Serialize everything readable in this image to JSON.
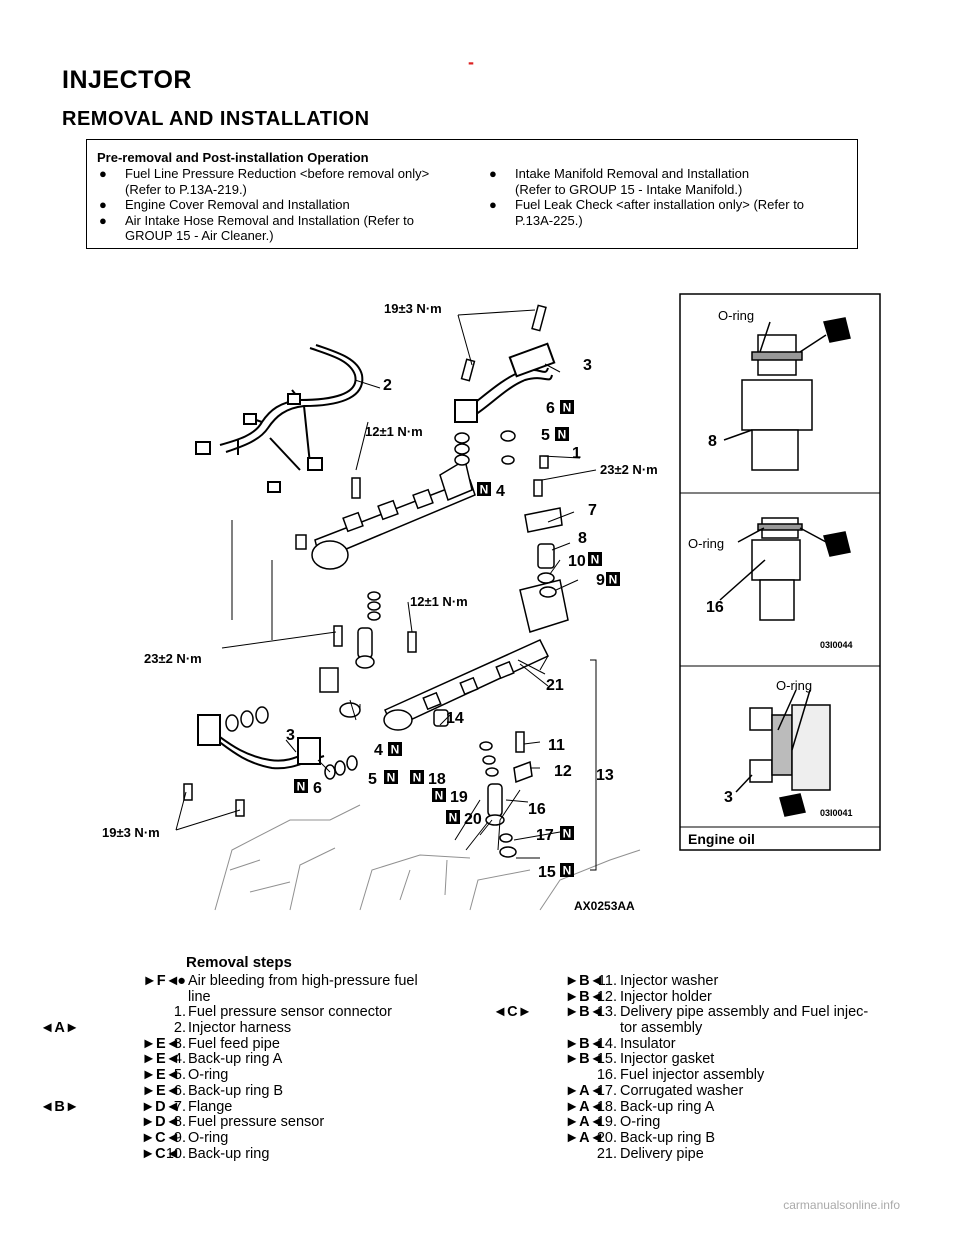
{
  "header": {
    "dash": "-",
    "title": "INJECTOR",
    "subtitle": "REMOVAL AND INSTALLATION"
  },
  "pre_box": {
    "title": "Pre-removal and Post-installation Operation",
    "bullet": "●",
    "left_items": [
      {
        "line1": "Fuel Line Pressure Reduction <before removal only>",
        "line2": "(Refer to P.13A-219.)"
      },
      {
        "line1": "Engine Cover Removal and Installation",
        "line2": ""
      },
      {
        "line1": "Air Intake Hose Removal and Installation (Refer to",
        "line2": "GROUP 15 - Air Cleaner.)"
      }
    ],
    "right_items": [
      {
        "line1": "Intake Manifold Removal and Installation",
        "line2": "(Refer to GROUP 15 - Intake Manifold.)"
      },
      {
        "line1": "Fuel Leak Check <after installation only> (Refer to",
        "line2": "P.13A-225.)"
      }
    ]
  },
  "diagram": {
    "torques": {
      "t19a": "19±3 N·m",
      "t12a": "12±1 N·m",
      "t23a": "23±2 N·m",
      "t12b": "12±1 N·m",
      "t23b": "23±2 N·m",
      "t19b": "19±3 N·m"
    },
    "callouts": {
      "c1": "1",
      "c2": "2",
      "c3a": "3",
      "c3b": "3",
      "c4a": "4",
      "c4b": "4",
      "c5a": "5",
      "c5b": "5",
      "c6a": "6",
      "c6b": "6",
      "c7": "7",
      "c8": "8",
      "c9": "9",
      "c10": "10",
      "c11": "11",
      "c12": "12",
      "c13": "13",
      "c14": "14",
      "c15": "15",
      "c16": "16",
      "c17": "17",
      "c18": "18",
      "c19": "19",
      "c20": "20",
      "c21": "21"
    },
    "new_part_mark": "N",
    "figure_code": "AX0253AA",
    "detail_panel": {
      "oring_top": "O-ring",
      "part_top": "8",
      "oring_mid": "O-ring",
      "part_mid": "16",
      "code_mid": "03I0044",
      "oring_bot": "O-ring",
      "part_bot": "3",
      "code_bot": "03I0041",
      "footer": "Engine oil"
    }
  },
  "removal_steps": {
    "title": "Removal steps",
    "left": [
      {
        "mk": "",
        "mk2": "►F◄",
        "num": "●",
        "text": "Air bleeding from high-pressure fuel"
      },
      {
        "mk": "",
        "mk2": "",
        "num": "",
        "text": "line"
      },
      {
        "mk": "",
        "mk2": "",
        "num": "1.",
        "text": "Fuel pressure sensor connector"
      },
      {
        "mk": "◄A►",
        "mk2": "",
        "num": "2.",
        "text": "Injector harness"
      },
      {
        "mk": "",
        "mk2": "►E◄",
        "num": "3.",
        "text": "Fuel feed pipe"
      },
      {
        "mk": "",
        "mk2": "►E◄",
        "num": "4.",
        "text": "Back-up ring A"
      },
      {
        "mk": "",
        "mk2": "►E◄",
        "num": "5.",
        "text": "O-ring"
      },
      {
        "mk": "",
        "mk2": "►E◄",
        "num": "6.",
        "text": "Back-up ring B"
      },
      {
        "mk": "◄B►",
        "mk2": "►D◄",
        "num": "7.",
        "text": "Flange"
      },
      {
        "mk": "",
        "mk2": "►D◄",
        "num": "8.",
        "text": "Fuel pressure sensor"
      },
      {
        "mk": "",
        "mk2": "►C◄",
        "num": "9.",
        "text": "O-ring"
      },
      {
        "mk": "",
        "mk2": "►C◄",
        "num": "10.",
        "text": "Back-up ring"
      }
    ],
    "right": [
      {
        "mk": "",
        "mk2": "►B◄",
        "num": "11.",
        "text": "Injector washer"
      },
      {
        "mk": "",
        "mk2": "►B◄",
        "num": "12.",
        "text": "Injector holder"
      },
      {
        "mk": "◄C►",
        "mk2": "►B◄",
        "num": "13.",
        "text": "Delivery pipe assembly and Fuel injec-"
      },
      {
        "mk": "",
        "mk2": "",
        "num": "",
        "text": "tor assembly"
      },
      {
        "mk": "",
        "mk2": "►B◄",
        "num": "14.",
        "text": "Insulator"
      },
      {
        "mk": "",
        "mk2": "►B◄",
        "num": "15.",
        "text": "Injector gasket"
      },
      {
        "mk": "",
        "mk2": "",
        "num": "16.",
        "text": "Fuel injector assembly"
      },
      {
        "mk": "",
        "mk2": "►A◄",
        "num": "17.",
        "text": "Corrugated washer"
      },
      {
        "mk": "",
        "mk2": "►A◄",
        "num": "18.",
        "text": "Back-up ring A"
      },
      {
        "mk": "",
        "mk2": "►A◄",
        "num": "19.",
        "text": "O-ring"
      },
      {
        "mk": "",
        "mk2": "►A◄",
        "num": "20.",
        "text": "Back-up ring B"
      },
      {
        "mk": "",
        "mk2": "",
        "num": "21.",
        "text": "Delivery pipe"
      }
    ]
  },
  "footer": {
    "watermark": "carmanualsonline.info"
  }
}
